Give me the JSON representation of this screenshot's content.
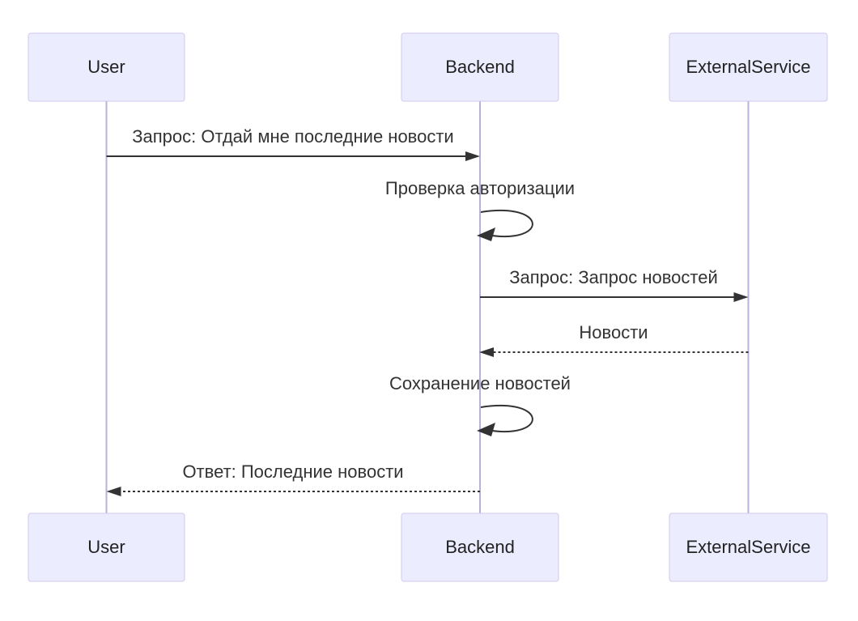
{
  "diagram_type": "sequence-diagram",
  "background": "#ffffff",
  "actors": [
    {
      "id": "user",
      "label": "User"
    },
    {
      "id": "backend",
      "label": "Backend"
    },
    {
      "id": "externalservice",
      "label": "ExternalService"
    }
  ],
  "messages": [
    {
      "from": "user",
      "to": "backend",
      "line": "solid",
      "text": "Запрос: Отдай мне последние новости"
    },
    {
      "from": "backend",
      "to": "backend",
      "line": "self-loop",
      "text": "Проверка авторизации"
    },
    {
      "from": "backend",
      "to": "externalservice",
      "line": "solid",
      "text": "Запрос: Запрос новостей"
    },
    {
      "from": "externalservice",
      "to": "backend",
      "line": "dashed",
      "text": "Новости"
    },
    {
      "from": "backend",
      "to": "backend",
      "line": "self-loop",
      "text": "Сохранение новостей"
    },
    {
      "from": "backend",
      "to": "user",
      "line": "dashed",
      "text": "Ответ: Последние новости"
    }
  ],
  "colors": {
    "actor_fill": "#ECECFF",
    "actor_border": "#d0c9ec",
    "lifeline": "#b9b0dc",
    "message_line": "#333333",
    "text": "#333333"
  }
}
